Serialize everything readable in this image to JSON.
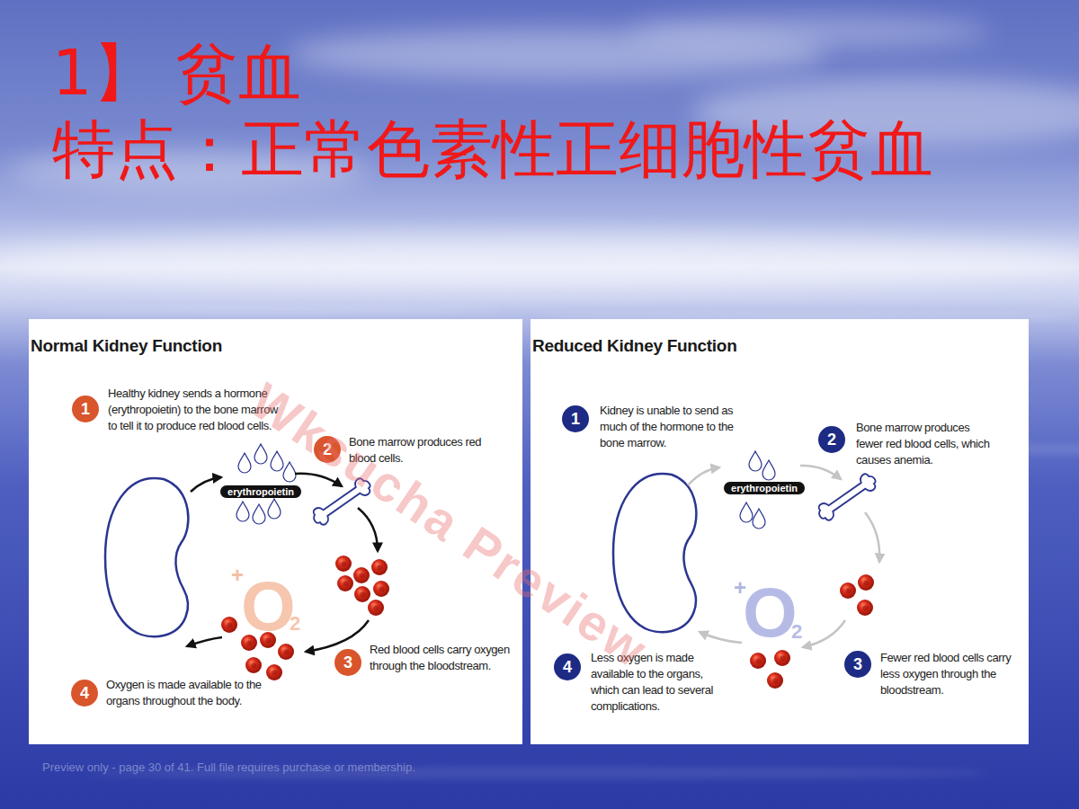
{
  "diagram": {
    "title": "1】 贫血",
    "nodes": [
      {
        "text": [
          "Normal Kidney Function"
        ]
      },
      {
        "text": [
          "1",
          "Healthy kidney sends a hormone (erythropoietin) to the bone marrow to tell it to produce red blood cells."
        ],
        "in": 0
      },
      {
        "text": [
          "erythropoietin"
        ],
        "in": 0
      },
      {
        "text": [
          "2",
          "Bone marrow produces red blood cells."
        ],
        "in": 0
      },
      {
        "text": [
          "3",
          "Red blood cells carry oxygen through the bloodstream."
        ],
        "in": 0
      },
      {
        "text": [
          "4",
          "Oxygen is made available to the organs throughout the body."
        ],
        "in": 0
      },
      {
        "text": [
          "Reduced Kidney Function"
        ]
      },
      {
        "text": [
          "1",
          "Kidney is unable to send as much of the hormone to the bone marrow."
        ],
        "in": 6
      },
      {
        "text": [
          "erythropoietin"
        ],
        "in": 6
      },
      {
        "text": [
          "2",
          "Bone marrow produces fewer red blood cells, which causes anemia."
        ],
        "in": 6
      },
      {
        "text": [
          "3",
          "Fewer red blood cells carry less oxygen through the bloodstream."
        ],
        "in": 6
      },
      {
        "text": [
          "4",
          "Less oxygen is made available to the organs, which can lead to several complications."
        ],
        "in": 6
      }
    ],
    "labels": [
      "特点：正常色素性正细胞性贫血",
      "+",
      "O",
      "2",
      "+",
      "O",
      "2",
      "Wksucha Preview",
      "Preview only - page 30 of 41. Full file requires purchase or membership."
    ]
  }
}
